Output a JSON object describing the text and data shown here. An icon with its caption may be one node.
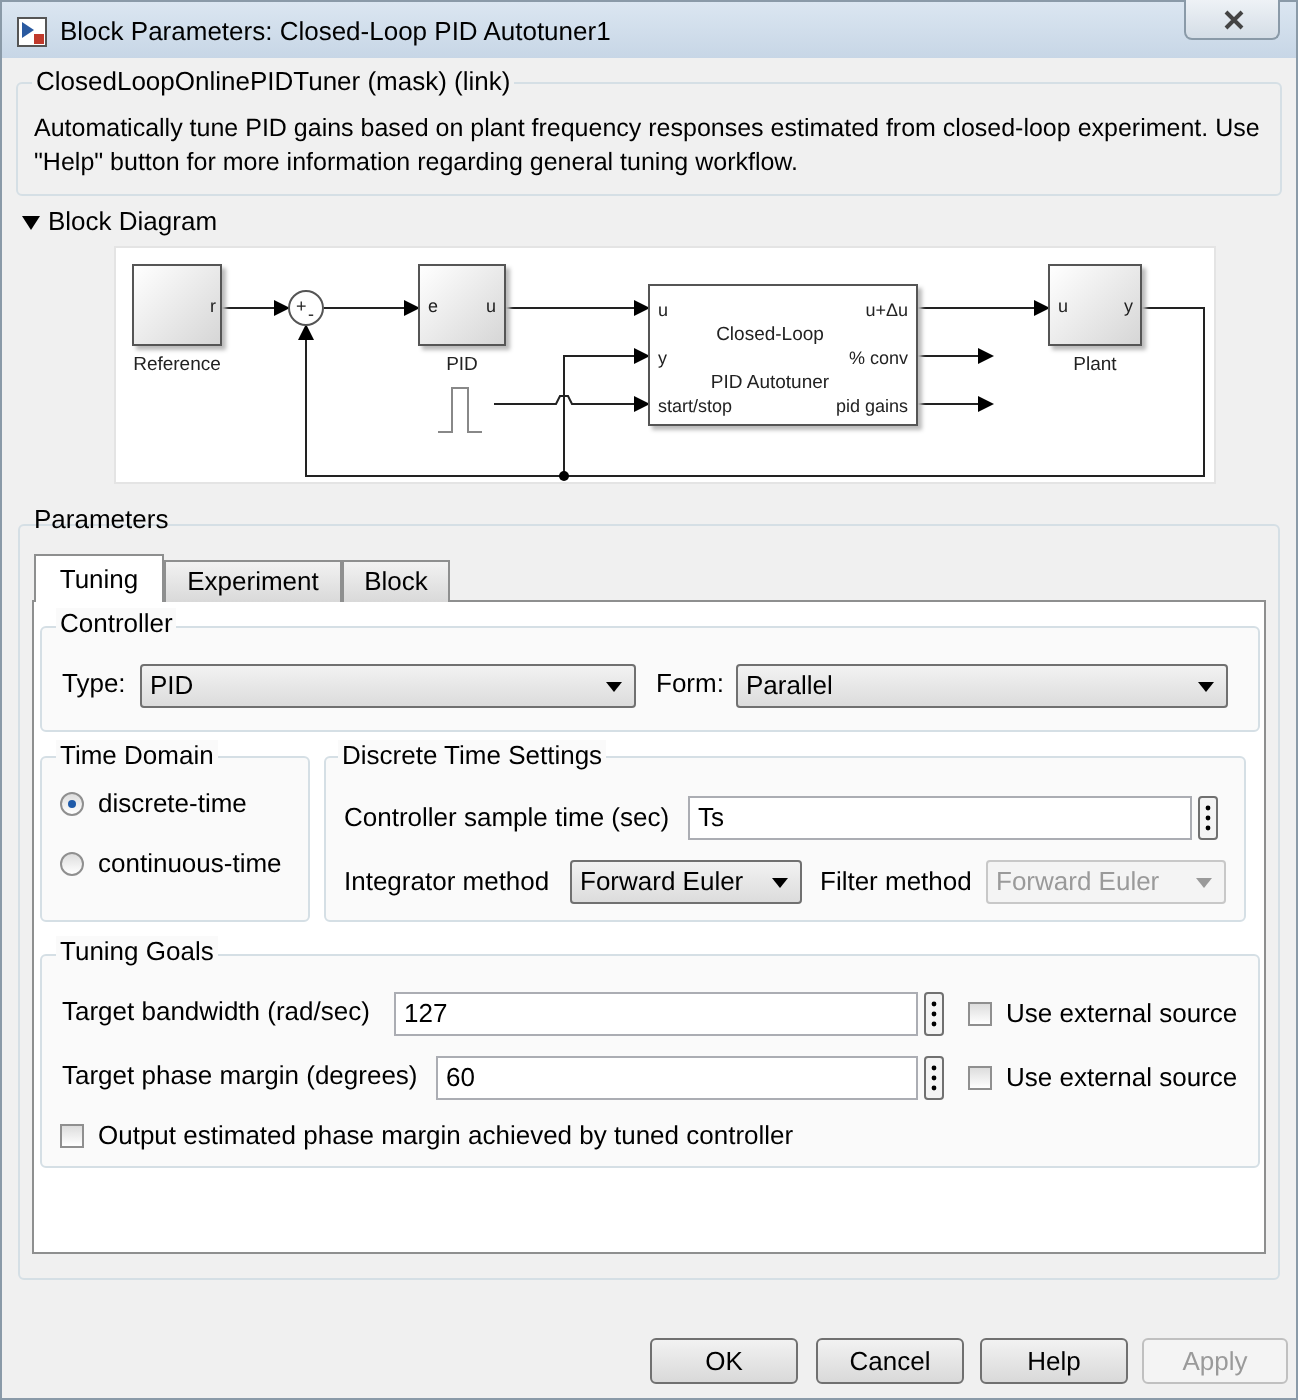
{
  "diagram": {
    "title": "Block Parameters: Closed-Loop PID Autotuner1",
    "nodes": [
      {
        "text": [
          "r"
        ],
        "beside": [
          "Reference"
        ]
      },
      {
        "text": [
          "+",
          "-"
        ]
      },
      {
        "text": [
          "e",
          "u"
        ],
        "beside": [
          "PID"
        ]
      },
      {
        "text": [
          "u",
          "y",
          "start/stop",
          "Closed-Loop PID Autotuner",
          "u+Δu",
          "% conv",
          "pid gains"
        ]
      },
      {
        "text": [],
        "shape": "picture"
      },
      {
        "text": [
          "u",
          "y"
        ],
        "beside": [
          "Plant"
        ]
      }
    ],
    "edges": [
      {
        "from": 0,
        "to": 1,
        "arrow": "to"
      },
      {
        "from": 1,
        "to": 2,
        "arrow": "to"
      },
      {
        "from": 2,
        "to": 3,
        "arrow": "to"
      },
      {
        "from": 4,
        "to": 3,
        "arrow": "to"
      },
      {
        "from": 3,
        "to": 5,
        "arrow": "to"
      },
      {
        "from": 5,
        "to": 1,
        "arrow": "to"
      },
      {
        "from": 5,
        "to": 3,
        "arrow": "to"
      },
      {
        "from": 3,
        "to": null,
        "arrow": "to"
      },
      {
        "from": 3,
        "to": null,
        "arrow": "to"
      }
    ],
    "labels": [
      "ClosedLoopOnlinePIDTuner (mask) (link)",
      "Automatically tune PID gains based on plant frequency responses estimated from closed-loop experiment. Use \"Help\" button for more information regarding general tuning workflow.",
      "Block Diagram",
      "Parameters",
      "Tuning",
      "Experiment",
      "Block",
      "Controller",
      "Type:",
      "PID",
      "Form:",
      "Parallel",
      "Time Domain",
      "Discrete Time Settings",
      "discrete-time",
      "continuous-time",
      "Controller sample time (sec)",
      "Ts",
      "Integrator method",
      "Forward Euler",
      "Filter method",
      "Forward Euler",
      "Tuning Goals",
      "Target bandwidth (rad/sec)",
      "127",
      "Use external source",
      "Target phase margin (degrees)",
      "60",
      "Use external source",
      "Output estimated phase margin achieved by tuned controller",
      "OK",
      "Cancel",
      "Help",
      "Apply"
    ]
  }
}
